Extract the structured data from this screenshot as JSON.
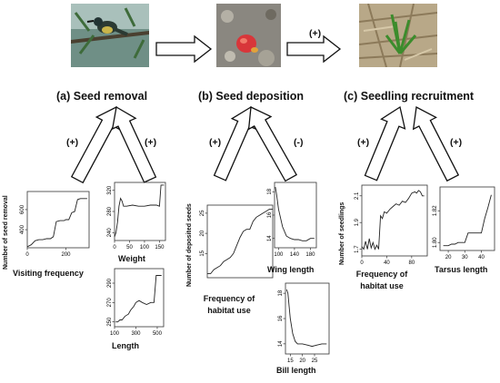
{
  "stages": [
    {
      "id": "a",
      "title": "(a) Seed removal",
      "image": "bird-on-branch-photo"
    },
    {
      "id": "b",
      "title": "(b) Seed deposition",
      "image": "red-seed-on-ground-photo"
    },
    {
      "id": "c",
      "title": "(c) Seedling recruitment",
      "image": "seedling-on-litter-photo"
    }
  ],
  "transition_sign": "(+)",
  "effect_signs": {
    "a_left": "(+)",
    "a_right": "(+)",
    "b_left": "(+)",
    "b_right": "(-)",
    "c_left": "(+)",
    "c_right": "(+)"
  },
  "colors": {
    "line": "#222222",
    "arrow_fill": "#ffffff",
    "arrow_stroke": "#111111"
  },
  "chart_data": [
    {
      "id": "visiting-frequency",
      "type": "line",
      "ylabel": "Number of seed removal",
      "xlabel": "Visiting frequency",
      "xticks": [
        "0",
        "200"
      ],
      "yticks": [
        "400",
        "600"
      ],
      "xlim": [
        0,
        320
      ],
      "ylim": [
        220,
        780
      ],
      "x": [
        0,
        20,
        40,
        60,
        80,
        100,
        120,
        135,
        150,
        170,
        190,
        200,
        215,
        230,
        245,
        260,
        275,
        290,
        310
      ],
      "y": [
        230,
        250,
        290,
        300,
        300,
        310,
        310,
        330,
        480,
        490,
        490,
        500,
        500,
        570,
        580,
        700,
        710,
        710,
        710
      ]
    },
    {
      "id": "weight",
      "type": "line",
      "ylabel": "",
      "xlabel": "Weight",
      "xticks": [
        "0",
        "50",
        "100",
        "150"
      ],
      "yticks": [
        "240",
        "280",
        "320"
      ],
      "xlim": [
        0,
        170
      ],
      "ylim": [
        225,
        335
      ],
      "x": [
        0,
        5,
        10,
        15,
        20,
        25,
        30,
        40,
        60,
        80,
        100,
        120,
        140,
        150,
        155,
        160,
        165
      ],
      "y": [
        232,
        240,
        260,
        290,
        305,
        300,
        290,
        290,
        292,
        290,
        290,
        292,
        292,
        290,
        330,
        330,
        330
      ]
    },
    {
      "id": "length",
      "type": "line",
      "ylabel": "",
      "xlabel": "Length",
      "xticks": [
        "100",
        "300",
        "500"
      ],
      "yticks": [
        "250",
        "270",
        "290"
      ],
      "xlim": [
        100,
        560
      ],
      "ylim": [
        245,
        305
      ],
      "x": [
        110,
        130,
        150,
        170,
        200,
        230,
        250,
        280,
        300,
        330,
        360,
        400,
        440,
        470,
        490,
        500,
        540
      ],
      "y": [
        250,
        250,
        252,
        252,
        256,
        258,
        262,
        266,
        270,
        272,
        270,
        268,
        270,
        270,
        298,
        298,
        298
      ]
    },
    {
      "id": "habitat-use-deposition",
      "type": "line",
      "ylabel": "Number of deposited seeds",
      "xlabel": "Frequency of habitat use",
      "xticks": [],
      "yticks": [
        "15",
        "20",
        "25"
      ],
      "xlim": [
        0,
        100
      ],
      "ylim": [
        9,
        27
      ],
      "x": [
        0,
        5,
        10,
        15,
        20,
        25,
        30,
        35,
        40,
        45,
        50,
        55,
        60,
        65,
        70,
        75,
        80,
        85,
        90,
        95,
        100
      ],
      "y": [
        10,
        10,
        11,
        11.5,
        12,
        13,
        13.5,
        14,
        15,
        17,
        19,
        20.5,
        21,
        21,
        23,
        24,
        24.5,
        25,
        25.5,
        26,
        26
      ]
    },
    {
      "id": "wing-length",
      "type": "line",
      "ylabel": "",
      "xlabel": "Wing length",
      "xticks": [
        "100",
        "140",
        "180"
      ],
      "yticks": [
        "14",
        "16",
        "18"
      ],
      "xlim": [
        90,
        195
      ],
      "ylim": [
        13.2,
        18.8
      ],
      "x": [
        92,
        95,
        100,
        110,
        120,
        130,
        140,
        150,
        160,
        170,
        180,
        190
      ],
      "y": [
        18.4,
        17.8,
        16.5,
        15.0,
        14.2,
        14.0,
        13.9,
        13.9,
        13.8,
        13.8,
        14.0,
        14.0
      ]
    },
    {
      "id": "bill-length",
      "type": "line",
      "ylabel": "",
      "xlabel": "Bill length",
      "xticks": [
        "15",
        "20",
        "25"
      ],
      "yticks": [
        "14",
        "16",
        "18"
      ],
      "xlim": [
        13,
        31
      ],
      "ylim": [
        13.2,
        18.8
      ],
      "x": [
        13.5,
        14,
        15,
        16,
        17,
        18,
        20,
        22,
        24,
        26,
        28,
        30
      ],
      "y": [
        18.3,
        18.0,
        16.0,
        14.8,
        14.2,
        14.0,
        14.0,
        13.9,
        13.8,
        13.9,
        14.0,
        14.0
      ]
    },
    {
      "id": "habitat-use-recruitment",
      "type": "line",
      "ylabel": "Number of seedlings",
      "xlabel": "Frequency of habitat use",
      "xticks": [
        "0",
        "40",
        "80"
      ],
      "yticks": [
        "1.7",
        "1.9",
        "2.1"
      ],
      "xlim": [
        0,
        105
      ],
      "ylim": [
        1.65,
        2.18
      ],
      "x": [
        0,
        3,
        6,
        9,
        12,
        15,
        18,
        21,
        24,
        27,
        30,
        33,
        36,
        40,
        45,
        50,
        55,
        60,
        65,
        70,
        75,
        80,
        85,
        88,
        91,
        94,
        97,
        100
      ],
      "y": [
        1.72,
        1.7,
        1.76,
        1.7,
        1.78,
        1.71,
        1.75,
        1.7,
        1.73,
        1.7,
        1.95,
        1.93,
        1.98,
        1.97,
        2.0,
        2.02,
        2.04,
        2.03,
        2.06,
        2.05,
        2.08,
        2.12,
        2.13,
        2.12,
        2.14,
        2.13,
        2.1,
        2.1
      ]
    },
    {
      "id": "tarsus-length",
      "type": "line",
      "ylabel": "",
      "xlabel": "Tarsus length",
      "xticks": [
        "20",
        "30",
        "40"
      ],
      "yticks": [
        "1.80",
        "1.82"
      ],
      "xlim": [
        15,
        48
      ],
      "ylim": [
        1.795,
        1.835
      ],
      "x": [
        17,
        20,
        22,
        24,
        26,
        28,
        30,
        32,
        34,
        36,
        38,
        40,
        42,
        44,
        46
      ],
      "y": [
        1.798,
        1.798,
        1.799,
        1.799,
        1.8,
        1.8,
        1.8,
        1.806,
        1.806,
        1.806,
        1.806,
        1.806,
        1.815,
        1.822,
        1.83
      ]
    }
  ]
}
